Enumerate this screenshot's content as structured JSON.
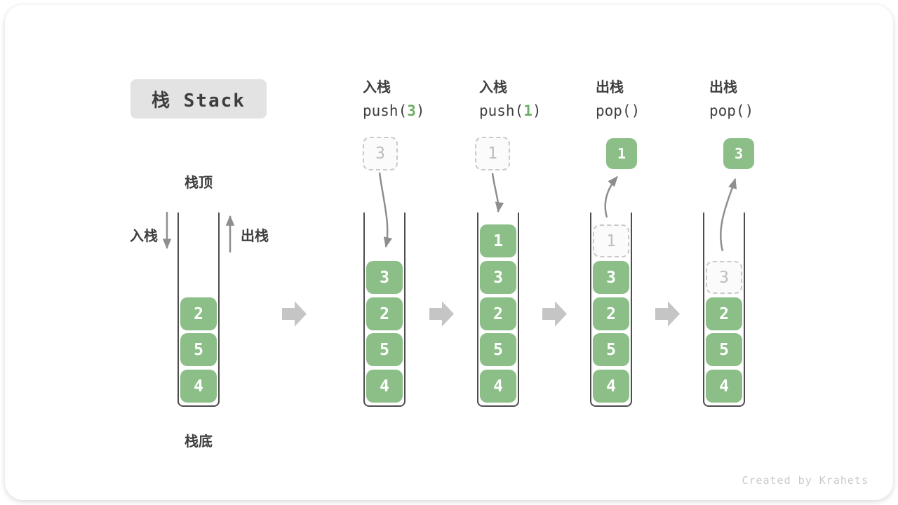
{
  "title_box": "栈 Stack",
  "watermark": "Created by Krahets",
  "labels": {
    "stack_top": "栈顶",
    "stack_bottom": "栈底",
    "push": "入栈",
    "pop": "出栈"
  },
  "colors": {
    "cell_green": "#8CBF87",
    "accent_green": "#6DAD67",
    "arrow_gray": "#8e8e8e",
    "block_arrow_gray": "#c5c5c5",
    "text_dark": "#3f3f3f",
    "dashed_border": "#c9c9c9",
    "ghost_text": "#bdbdbd",
    "title_bg": "#e3e3e3"
  },
  "stages": [
    {
      "name": "initial",
      "header": null,
      "floating": null,
      "slots": [
        {
          "index": 2,
          "value": "2",
          "kind": "solid"
        },
        {
          "index": 3,
          "value": "5",
          "kind": "solid"
        },
        {
          "index": 4,
          "value": "4",
          "kind": "solid"
        }
      ]
    },
    {
      "name": "push-3",
      "header": {
        "label": "入栈",
        "code": [
          {
            "text": "push(",
            "accent": false
          },
          {
            "text": "3",
            "accent": true
          },
          {
            "text": ")",
            "accent": false
          }
        ]
      },
      "floating": {
        "value": "3",
        "kind": "dashed"
      },
      "slots": [
        {
          "index": 1,
          "value": "3",
          "kind": "solid"
        },
        {
          "index": 2,
          "value": "2",
          "kind": "solid"
        },
        {
          "index": 3,
          "value": "5",
          "kind": "solid"
        },
        {
          "index": 4,
          "value": "4",
          "kind": "solid"
        }
      ]
    },
    {
      "name": "push-1",
      "header": {
        "label": "入栈",
        "code": [
          {
            "text": "push(",
            "accent": false
          },
          {
            "text": "1",
            "accent": true
          },
          {
            "text": ")",
            "accent": false
          }
        ]
      },
      "floating": {
        "value": "1",
        "kind": "dashed"
      },
      "slots": [
        {
          "index": 0,
          "value": "1",
          "kind": "solid"
        },
        {
          "index": 1,
          "value": "3",
          "kind": "solid"
        },
        {
          "index": 2,
          "value": "2",
          "kind": "solid"
        },
        {
          "index": 3,
          "value": "5",
          "kind": "solid"
        },
        {
          "index": 4,
          "value": "4",
          "kind": "solid"
        }
      ]
    },
    {
      "name": "pop-1",
      "header": {
        "label": "出栈",
        "code": [
          {
            "text": "pop()",
            "accent": false
          }
        ]
      },
      "floating": {
        "value": "1",
        "kind": "solid"
      },
      "slots": [
        {
          "index": 0,
          "value": "1",
          "kind": "ghost"
        },
        {
          "index": 1,
          "value": "3",
          "kind": "solid"
        },
        {
          "index": 2,
          "value": "2",
          "kind": "solid"
        },
        {
          "index": 3,
          "value": "5",
          "kind": "solid"
        },
        {
          "index": 4,
          "value": "4",
          "kind": "solid"
        }
      ]
    },
    {
      "name": "pop-3",
      "header": {
        "label": "出栈",
        "code": [
          {
            "text": "pop()",
            "accent": false
          }
        ]
      },
      "floating": {
        "value": "3",
        "kind": "solid"
      },
      "slots": [
        {
          "index": 1,
          "value": "3",
          "kind": "ghost"
        },
        {
          "index": 2,
          "value": "2",
          "kind": "solid"
        },
        {
          "index": 3,
          "value": "5",
          "kind": "solid"
        },
        {
          "index": 4,
          "value": "4",
          "kind": "solid"
        }
      ]
    }
  ]
}
